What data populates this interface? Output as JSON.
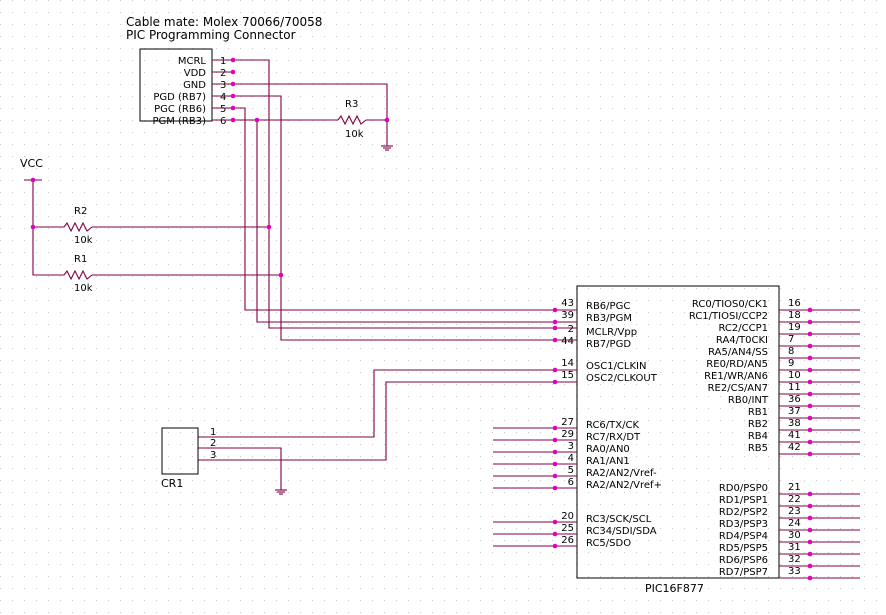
{
  "header": {
    "line1": "Cable mate: Molex 70066/70058",
    "line2": "PIC Programming Connector"
  },
  "connector": {
    "signals": [
      "MCRL",
      "VDD",
      "GND",
      "PGD (RB7)",
      "PGC (RB6)",
      "PGM (RB3)"
    ],
    "pins": [
      "1",
      "2",
      "3",
      "4",
      "5",
      "6"
    ]
  },
  "supply": {
    "label": "VCC"
  },
  "resistors": {
    "r3": {
      "name": "R3",
      "value": "10k"
    },
    "r2": {
      "name": "R2",
      "value": "10k"
    },
    "r1": {
      "name": "R1",
      "value": "10k"
    }
  },
  "crystal": {
    "name": "CR1",
    "pins": [
      "1",
      "2",
      "3"
    ]
  },
  "chip": {
    "name": "PIC16F877",
    "left_pins": [
      {
        "num": "43",
        "label": "RB6/PGC"
      },
      {
        "num": "39",
        "label": "RB3/PGM"
      },
      {
        "num": "2",
        "label": "MCLR/Vpp"
      },
      {
        "num": "44",
        "label": "RB7/PGD"
      },
      {
        "num": "14",
        "label": "OSC1/CLKIN"
      },
      {
        "num": "15",
        "label": "OSC2/CLKOUT"
      },
      {
        "num": "27",
        "label": "RC6/TX/CK"
      },
      {
        "num": "29",
        "label": "RC7/RX/DT"
      },
      {
        "num": "3",
        "label": "RA0/AN0"
      },
      {
        "num": "4",
        "label": "RA1/AN1"
      },
      {
        "num": "5",
        "label": "RA2/AN2/Vref-"
      },
      {
        "num": "6",
        "label": "RA2/AN2/Vref+"
      },
      {
        "num": "20",
        "label": "RC3/SCK/SCL"
      },
      {
        "num": "25",
        "label": "RC34/SDI/SDA"
      },
      {
        "num": "26",
        "label": "RC5/SDO"
      }
    ],
    "right_pins": [
      {
        "num": "16",
        "label": "RC0/TIOS0/CK1"
      },
      {
        "num": "18",
        "label": "RC1/TIOSI/CCP2"
      },
      {
        "num": "19",
        "label": "RC2/CCP1"
      },
      {
        "num": "7",
        "label": "RA4/T0CKI"
      },
      {
        "num": "8",
        "label": "RA5/AN4/SS"
      },
      {
        "num": "9",
        "label": "RE0/RD/AN5"
      },
      {
        "num": "10",
        "label": "RE1/WR/AN6"
      },
      {
        "num": "11",
        "label": "RE2/CS/AN7"
      },
      {
        "num": "36",
        "label": "RB0/INT"
      },
      {
        "num": "37",
        "label": "RB1"
      },
      {
        "num": "38",
        "label": "RB2"
      },
      {
        "num": "41",
        "label": "RB4"
      },
      {
        "num": "42",
        "label": "RB5"
      },
      {
        "num": "21",
        "label": "RD0/PSP0"
      },
      {
        "num": "22",
        "label": "RD1/PSP1"
      },
      {
        "num": "23",
        "label": "RD2/PSP2"
      },
      {
        "num": "24",
        "label": "RD3/PSP3"
      },
      {
        "num": "30",
        "label": "RD4/PSP4"
      },
      {
        "num": "31",
        "label": "RD5/PSP5"
      },
      {
        "num": "32",
        "label": "RD6/PSP6"
      },
      {
        "num": "33",
        "label": "RD7/PSP7"
      }
    ]
  },
  "colors": {
    "wire": "#800040",
    "junction": "#e000c0",
    "grid": "#c8c8c8"
  }
}
